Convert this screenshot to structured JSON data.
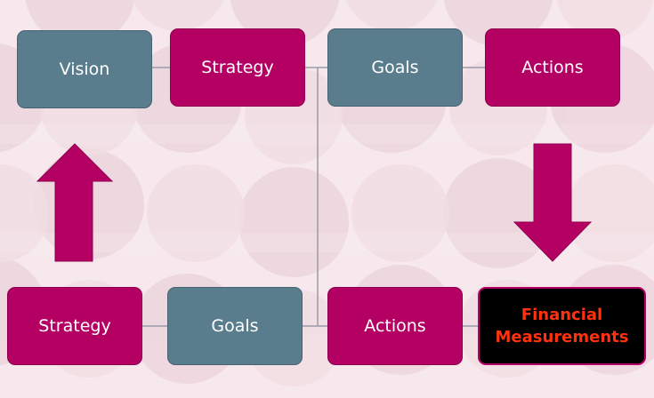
{
  "colors": {
    "slate": "#5a7d8e",
    "magenta": "#b40063",
    "financial_text": "#ff3210",
    "financial_bg": "#000000",
    "background": "#f6e8ec",
    "connector": "#9a9aa8"
  },
  "top_row": {
    "vision": "Vision",
    "strategy": "Strategy",
    "goals": "Goals",
    "actions": "Actions"
  },
  "bottom_row": {
    "strategy": "Strategy",
    "goals": "Goals",
    "actions": "Actions",
    "financial": "Financial Measurements"
  },
  "arrows": {
    "left": "up-arrow-icon",
    "right": "down-arrow-icon"
  }
}
